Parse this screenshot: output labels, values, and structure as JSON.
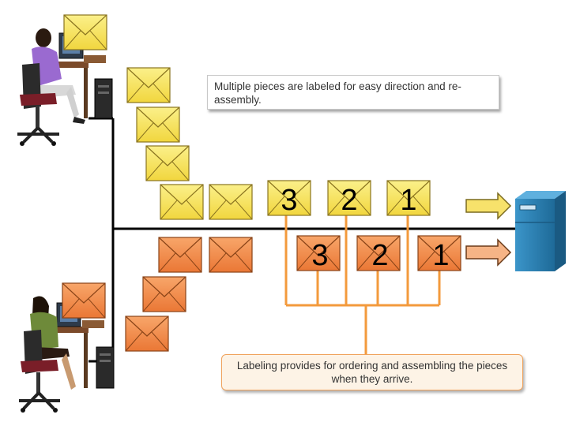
{
  "callouts": {
    "top": "Multiple pieces are labeled for easy direction and re-assembly.",
    "bottom": "Labeling provides for ordering and assembling the pieces when they arrive."
  },
  "yellow_stream_labels": [
    "3",
    "2",
    "1"
  ],
  "orange_stream_labels": [
    "3",
    "2",
    "1"
  ],
  "colors": {
    "yellow_envelope": "#f7e26b",
    "orange_envelope": "#f08a48",
    "bracket": "#f39a3c",
    "server": "#2a7fb0",
    "network_line": "#000000"
  },
  "icons": [
    "person-at-computer-top",
    "person-at-computer-bottom",
    "server-icon",
    "envelope-icon",
    "arrow-icon"
  ]
}
